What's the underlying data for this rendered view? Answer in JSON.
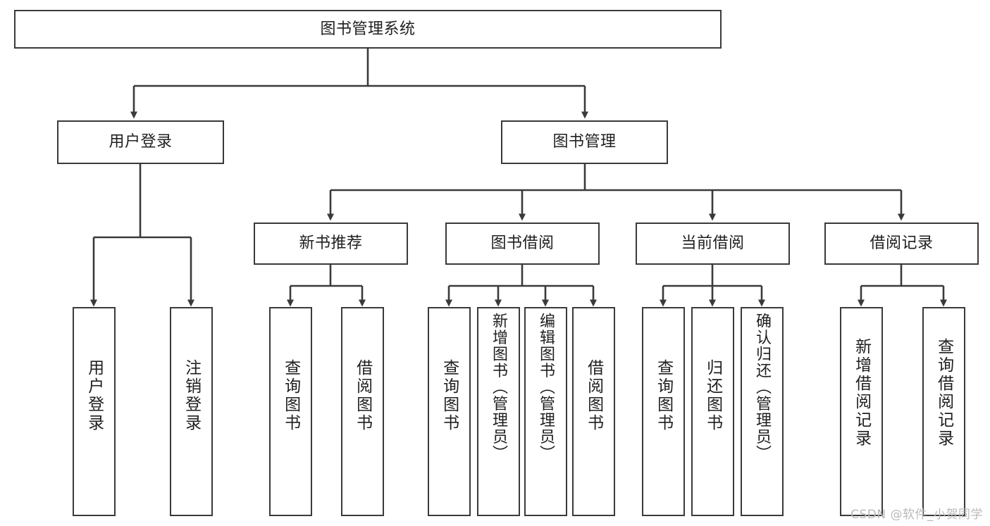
{
  "diagram": {
    "type": "tree-hierarchy",
    "title": "图书管理系统",
    "stroke_color": "#3a3a3a",
    "fill_color": "#ffffff",
    "text_color": "#1f1f1f",
    "nodes": {
      "root": {
        "label": "图书管理系统",
        "level": 0,
        "orientation": "horizontal"
      },
      "l1_0": {
        "label": "用户登录",
        "level": 1,
        "orientation": "horizontal"
      },
      "l1_1": {
        "label": "图书管理",
        "level": 1,
        "orientation": "horizontal"
      },
      "l2_0": {
        "label": "新书推荐",
        "level": 2,
        "orientation": "horizontal"
      },
      "l2_1": {
        "label": "图书借阅",
        "level": 2,
        "orientation": "horizontal"
      },
      "l2_2": {
        "label": "当前借阅",
        "level": 2,
        "orientation": "horizontal"
      },
      "l2_3": {
        "label": "借阅记录",
        "level": 2,
        "orientation": "horizontal"
      },
      "leaf_0": {
        "label": "用户登录",
        "level": 3,
        "orientation": "vertical"
      },
      "leaf_1": {
        "label": "注销登录",
        "level": 3,
        "orientation": "vertical"
      },
      "leaf_2": {
        "label": "查询图书",
        "level": 3,
        "orientation": "vertical"
      },
      "leaf_3": {
        "label": "借阅图书",
        "level": 3,
        "orientation": "vertical"
      },
      "leaf_4": {
        "label": "查询图书",
        "level": 3,
        "orientation": "vertical"
      },
      "leaf_5": {
        "label": "新增图书（管理员）",
        "level": 3,
        "orientation": "vertical"
      },
      "leaf_6": {
        "label": "编辑图书（管理员）",
        "level": 3,
        "orientation": "vertical"
      },
      "leaf_7": {
        "label": "借阅图书",
        "level": 3,
        "orientation": "vertical"
      },
      "leaf_8": {
        "label": "查询图书",
        "level": 3,
        "orientation": "vertical"
      },
      "leaf_9": {
        "label": "归还图书",
        "level": 3,
        "orientation": "vertical"
      },
      "leaf_10": {
        "label": "确认归还（管理员）",
        "level": 3,
        "orientation": "vertical"
      },
      "leaf_11": {
        "label": "新增借阅记录",
        "level": 3,
        "orientation": "vertical"
      },
      "leaf_12": {
        "label": "查询借阅记录",
        "level": 3,
        "orientation": "vertical"
      }
    },
    "edges": [
      {
        "from": "root",
        "to": "l1_0"
      },
      {
        "from": "root",
        "to": "l1_1"
      },
      {
        "from": "l1_1",
        "to": "l2_0"
      },
      {
        "from": "l1_1",
        "to": "l2_1"
      },
      {
        "from": "l1_1",
        "to": "l2_2"
      },
      {
        "from": "l1_1",
        "to": "l2_3"
      },
      {
        "from": "l1_0",
        "to": "leaf_0"
      },
      {
        "from": "l1_0",
        "to": "leaf_1"
      },
      {
        "from": "l2_0",
        "to": "leaf_2"
      },
      {
        "from": "l2_0",
        "to": "leaf_3"
      },
      {
        "from": "l2_1",
        "to": "leaf_4"
      },
      {
        "from": "l2_1",
        "to": "leaf_5"
      },
      {
        "from": "l2_1",
        "to": "leaf_6"
      },
      {
        "from": "l2_1",
        "to": "leaf_7"
      },
      {
        "from": "l2_2",
        "to": "leaf_8"
      },
      {
        "from": "l2_2",
        "to": "leaf_9"
      },
      {
        "from": "l2_2",
        "to": "leaf_10"
      },
      {
        "from": "l2_3",
        "to": "leaf_11"
      },
      {
        "from": "l2_3",
        "to": "leaf_12"
      }
    ]
  },
  "watermark": {
    "text": "CSDN @软件_小贺同学"
  }
}
